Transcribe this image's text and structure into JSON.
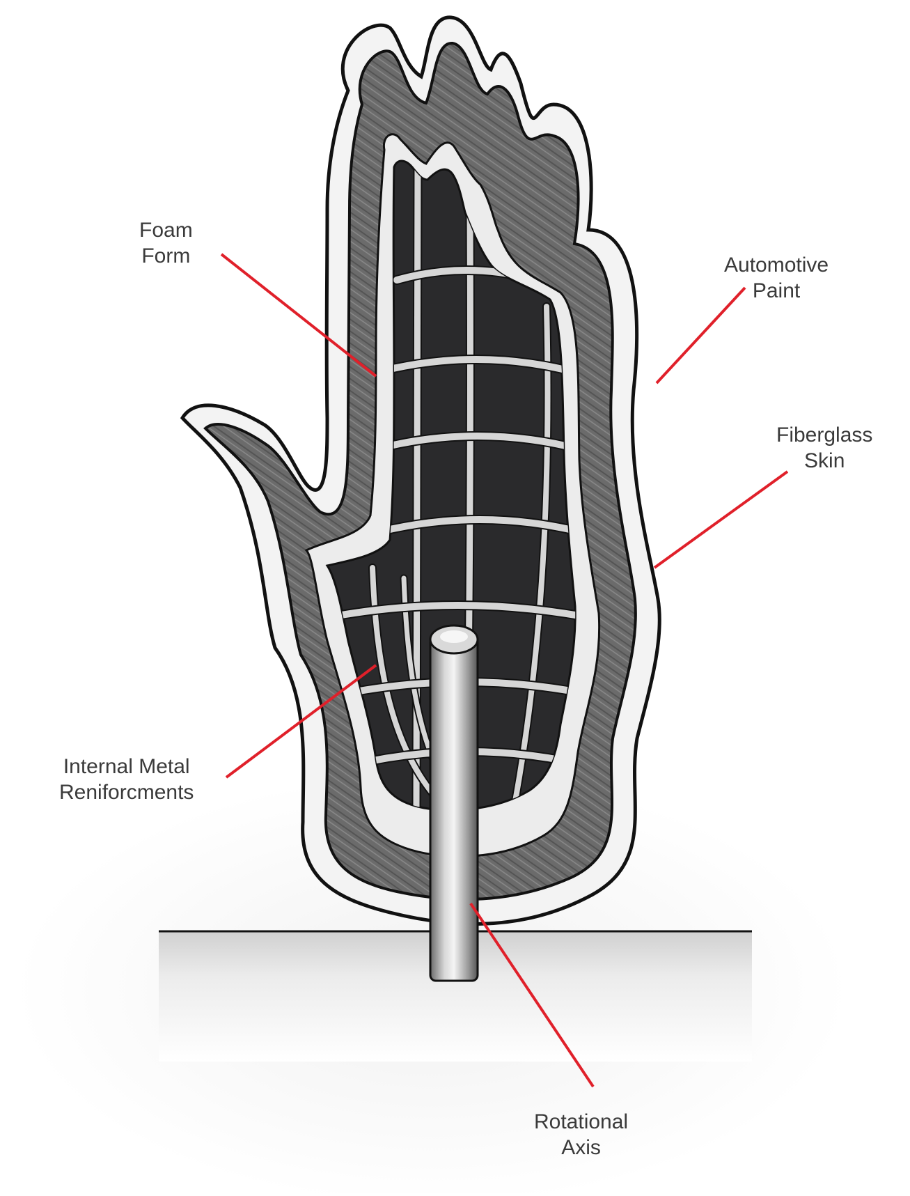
{
  "colors": {
    "leader_line": "#e0202a",
    "outline": "#111111",
    "paint_layer": "#f2f2f2",
    "foam": "#6d6d6d",
    "fiberglass": "#ececec",
    "interior": "#2b2b2d",
    "metal": "#c9c9c9",
    "label_text": "#3a3a3a"
  },
  "labels": {
    "foam_form": [
      "Foam",
      "Form"
    ],
    "automotive_paint": [
      "Automotive",
      "Paint"
    ],
    "fiberglass_skin": [
      "Fiberglass",
      "Skin"
    ],
    "internal_metal": [
      "Internal Metal",
      "Reniforcments"
    ],
    "rotational_axis": [
      "Rotational",
      "Axis"
    ]
  }
}
